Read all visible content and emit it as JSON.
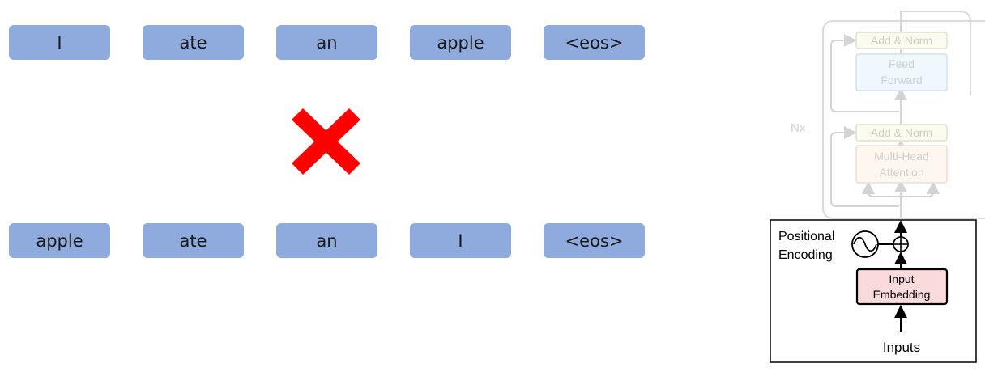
{
  "sentences": {
    "original": [
      "I",
      "ate",
      "an",
      "apple",
      "<eos>"
    ],
    "shuffled": [
      "apple",
      "ate",
      "an",
      "I",
      "<eos>"
    ]
  },
  "cross_icon": "x-mark-icon",
  "cross_color": "#ff0000",
  "token_color": "#8faadc",
  "transformer": {
    "faded": {
      "add_norm_top": "Add & Norm",
      "feed_forward_1": "Feed",
      "feed_forward_2": "Forward",
      "nx": "Nx",
      "add_norm_bottom": "Add & Norm",
      "attention_1": "Multi-Head",
      "attention_2": "Attention"
    },
    "positional_1": "Positional",
    "positional_2": "Encoding",
    "embedding_1": "Input",
    "embedding_2": "Embedding",
    "inputs": "Inputs",
    "embedding_color": "#fadadb"
  }
}
